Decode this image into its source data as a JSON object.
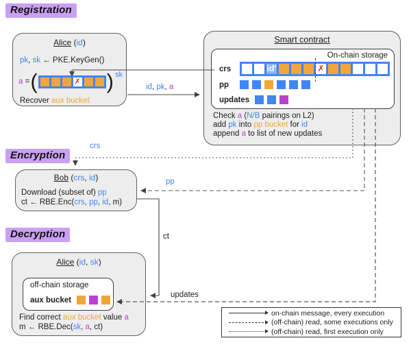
{
  "colors": {
    "blue": "#4285f4",
    "orange": "#f0a63a",
    "magenta": "#bc42ce",
    "red": "#df2b26",
    "chip_blue": "#8ab4f8",
    "highlight_purple": "#c9a0f2",
    "box_gray": "#ededed",
    "line": "#444444"
  },
  "headings": {
    "registration": "Registration",
    "encryption": "Encryption",
    "decryption": "Decryption"
  },
  "registration": {
    "alice": {
      "title": [
        {
          "t": "Alice",
          "u": true
        },
        {
          "t": " ("
        },
        {
          "t": "id",
          "c": "blue"
        },
        {
          "t": ")"
        }
      ],
      "keygen": [
        {
          "t": "pk",
          "c": "blue"
        },
        {
          "t": ", "
        },
        {
          "t": "sk",
          "c": "blue"
        },
        {
          "t": " ← PKE.KeyGen()"
        }
      ],
      "a_eq": [
        {
          "t": "a",
          "c": "magenta"
        },
        {
          "t": " ="
        }
      ],
      "paren_open": "(",
      "paren_close": ")",
      "sk_sup": "sk",
      "a_squares": [
        "orange",
        "orange",
        "orange",
        "x",
        "orange",
        "orange"
      ],
      "recover": [
        {
          "t": "Recover "
        },
        {
          "t": "aux bucket",
          "c": "orange"
        }
      ]
    },
    "arrow_label": [
      {
        "t": "id",
        "c": "blue"
      },
      {
        "t": ", "
      },
      {
        "t": "pk",
        "c": "blue"
      },
      {
        "t": ", "
      },
      {
        "t": "a",
        "c": "magenta"
      }
    ]
  },
  "contract": {
    "title": "Smart contract",
    "storage_label": "On-chain storage",
    "id_chip": "id'",
    "crs_label": "crs",
    "crs_squares": [
      "white",
      "white",
      "id",
      "orange",
      "orange",
      "orange",
      "x",
      "orange",
      "orange",
      "white",
      "white",
      "white"
    ],
    "pp_label": "pp",
    "pp_squares": [
      "blue",
      "blue",
      "orange",
      "blue",
      "blue",
      "blue"
    ],
    "updates_label": "updates",
    "updates_squares": [
      "blue",
      "blue",
      "magenta"
    ],
    "logic1": [
      {
        "t": "Check "
      },
      {
        "t": "a",
        "c": "magenta"
      },
      {
        "t": " ("
      },
      {
        "t": "N/B",
        "c": "blue"
      },
      {
        "t": " pairings on L2)"
      }
    ],
    "logic2": [
      {
        "t": "add "
      },
      {
        "t": "pk",
        "c": "blue"
      },
      {
        "t": " into "
      },
      {
        "t": "pp bucket",
        "c": "orange"
      },
      {
        "t": " for "
      },
      {
        "t": "id",
        "c": "blue"
      }
    ],
    "logic3": [
      {
        "t": "append "
      },
      {
        "t": "a",
        "c": "magenta"
      },
      {
        "t": " to list of new updates"
      }
    ]
  },
  "encryption": {
    "crs_arrow_label": "crs",
    "pp_arrow_label": "pp",
    "bob": {
      "title": [
        {
          "t": "Bob",
          "u": true
        },
        {
          "t": " ("
        },
        {
          "t": "crs",
          "c": "blue"
        },
        {
          "t": ", "
        },
        {
          "t": "id",
          "c": "blue"
        },
        {
          "t": ")"
        }
      ],
      "line1": [
        {
          "t": "Download (subset of) "
        },
        {
          "t": "pp",
          "c": "blue"
        }
      ],
      "line2": [
        {
          "t": "ct ← RBE.Enc("
        },
        {
          "t": "crs",
          "c": "blue"
        },
        {
          "t": ", "
        },
        {
          "t": "pp",
          "c": "blue"
        },
        {
          "t": ", "
        },
        {
          "t": "id",
          "c": "blue"
        },
        {
          "t": ", m)"
        }
      ]
    }
  },
  "decryption": {
    "ct_arrow_label": "ct",
    "updates_arrow_label": "updates",
    "alice": {
      "title": [
        {
          "t": "Alice",
          "u": true
        },
        {
          "t": " ("
        },
        {
          "t": "id",
          "c": "blue"
        },
        {
          "t": ", "
        },
        {
          "t": "sk",
          "c": "blue"
        },
        {
          "t": ")"
        }
      ],
      "storage_title": "off-chain storage",
      "aux_label": "aux bucket",
      "aux_squares": [
        "orange",
        "magenta",
        "orange"
      ],
      "line1": [
        {
          "t": "Find correct "
        },
        {
          "t": "aux bucket",
          "c": "orange"
        },
        {
          "t": " value "
        },
        {
          "t": "a",
          "c": "magenta"
        }
      ],
      "line2": [
        {
          "t": "m ← RBE.Dec("
        },
        {
          "t": "sk",
          "c": "blue"
        },
        {
          "t": ", "
        },
        {
          "t": "a",
          "c": "magenta"
        },
        {
          "t": ", ct)"
        }
      ]
    }
  },
  "legend": {
    "items": [
      {
        "line_class": "lsample solid",
        "text": "on-chain message, every execution"
      },
      {
        "line_class": "lsample dashed",
        "text": "(off-chain) read, some executions only"
      },
      {
        "line_class": "lsample dotted",
        "text": "(off-chain) read, first execution only"
      }
    ]
  }
}
